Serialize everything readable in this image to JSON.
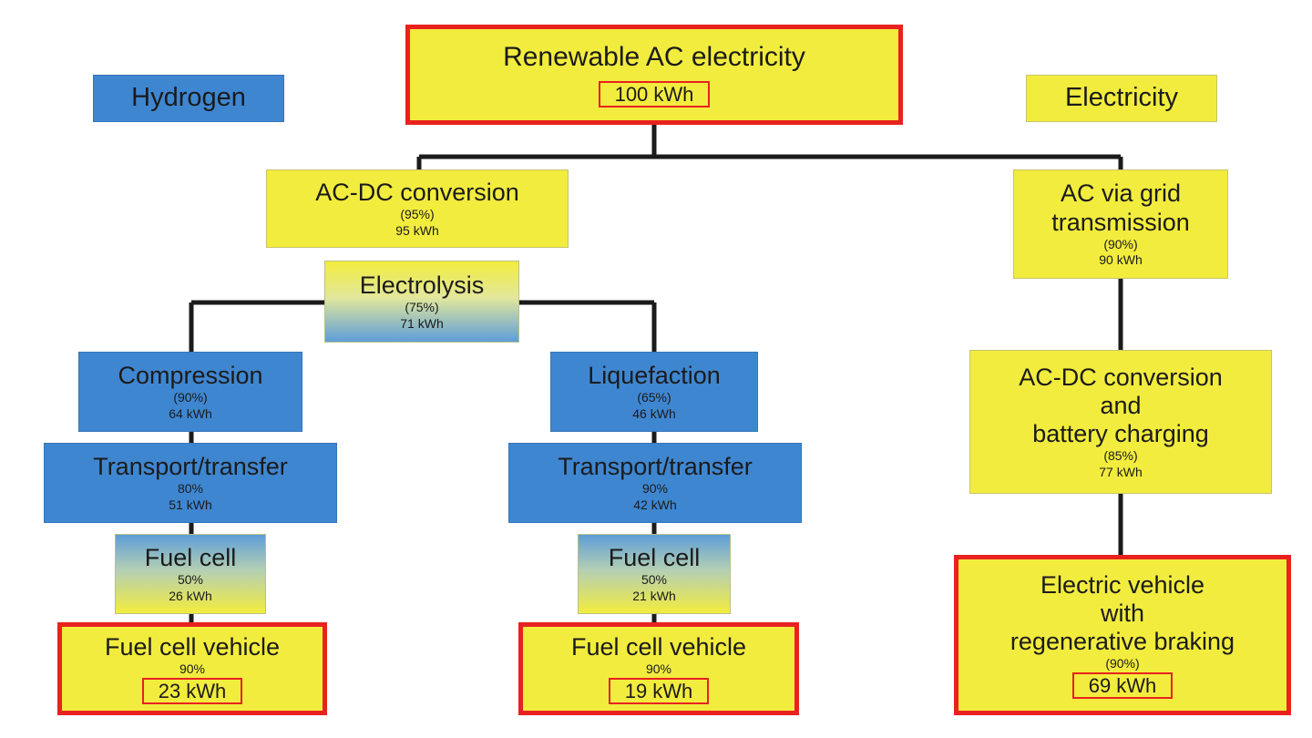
{
  "legend": {
    "hydrogen": "Hydrogen",
    "electricity": "Electricity"
  },
  "source": {
    "title": "Renewable AC electricity",
    "kwh": "100 kWh"
  },
  "hydrogen": {
    "acdc": {
      "title": "AC-DC conversion",
      "pct": "(95%)",
      "kwh": "95 kWh"
    },
    "electrolysis": {
      "title": "Electrolysis",
      "pct": "(75%)",
      "kwh": "71 kWh"
    },
    "compressed": {
      "storage": {
        "title": "Compression",
        "pct": "(90%)",
        "kwh": "64 kWh"
      },
      "transport": {
        "title": "Transport/transfer",
        "pct": "80%",
        "kwh": "51 kWh"
      },
      "fuelcell": {
        "title": "Fuel cell",
        "pct": "50%",
        "kwh": "26 kWh"
      },
      "vehicle": {
        "title": "Fuel cell vehicle",
        "pct": "90%",
        "kwh": "23 kWh"
      }
    },
    "liquefied": {
      "storage": {
        "title": "Liquefaction",
        "pct": "(65%)",
        "kwh": "46 kWh"
      },
      "transport": {
        "title": "Transport/transfer",
        "pct": "90%",
        "kwh": "42 kWh"
      },
      "fuelcell": {
        "title": "Fuel cell",
        "pct": "50%",
        "kwh": "21 kWh"
      },
      "vehicle": {
        "title": "Fuel cell vehicle",
        "pct": "90%",
        "kwh": "19 kWh"
      }
    }
  },
  "electric": {
    "grid": {
      "line1": "AC via grid",
      "line2": "transmission",
      "pct": "(90%)",
      "kwh": "90 kWh"
    },
    "charging": {
      "line1": "AC-DC conversion",
      "line2": "and",
      "line3": "battery charging",
      "pct": "(85%)",
      "kwh": "77 kWh"
    },
    "vehicle": {
      "line1": "Electric vehicle",
      "line2": "with",
      "line3": "regenerative braking",
      "pct": "(90%)",
      "kwh": "69 kWh"
    }
  },
  "colors": {
    "electricity_yellow": "#f2ec3e",
    "hydrogen_blue": "#3f86d0",
    "highlight_red": "#e8221e",
    "connector": "#1b1b1b"
  }
}
